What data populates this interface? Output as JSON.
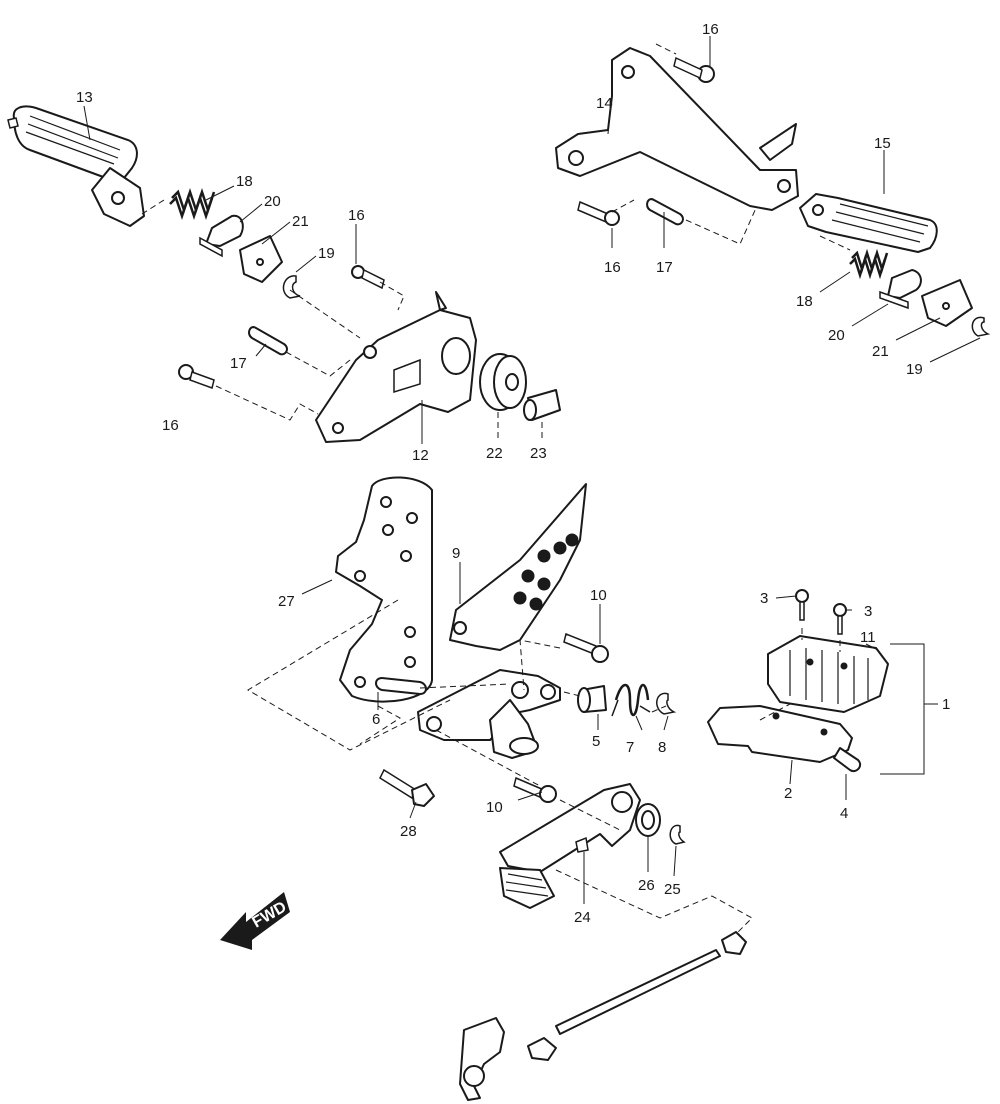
{
  "callouts": {
    "c1": "1",
    "c2": "2",
    "c3a": "3",
    "c3b": "3",
    "c4": "4",
    "c5": "5",
    "c6": "6",
    "c7": "7",
    "c8": "8",
    "c9": "9",
    "c10a": "10",
    "c10b": "10",
    "c11": "11",
    "c12": "12",
    "c13": "13",
    "c14": "14",
    "c15": "15",
    "c16a": "16",
    "c16b": "16",
    "c16c": "16",
    "c16d": "16",
    "c17a": "17",
    "c17b": "17",
    "c18a": "18",
    "c18b": "18",
    "c19a": "19",
    "c19b": "19",
    "c20a": "20",
    "c20b": "20",
    "c21a": "21",
    "c21b": "21",
    "c22": "22",
    "c23": "23",
    "c24": "24",
    "c25": "25",
    "c26": "26",
    "c27": "27",
    "c28": "28"
  },
  "direction_arrow": {
    "label": "FWD"
  }
}
